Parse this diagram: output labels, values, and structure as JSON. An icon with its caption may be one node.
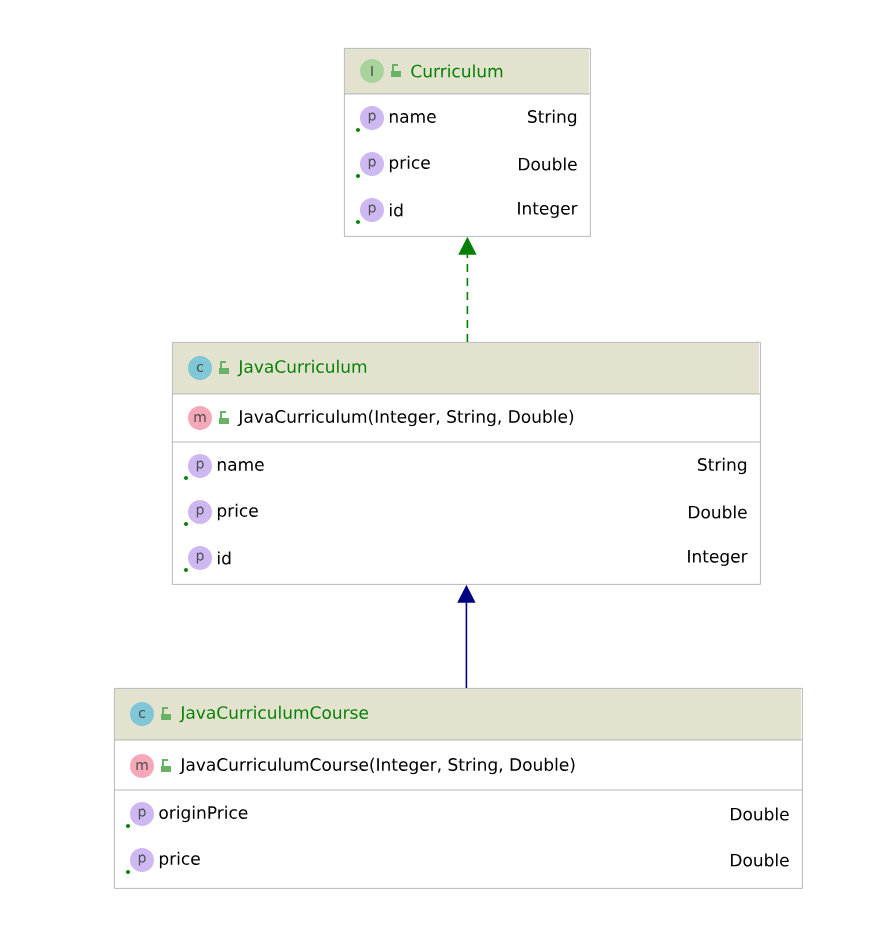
{
  "diagram": {
    "nodes": [
      {
        "text": [
          "I",
          "Curriculum"
        ]
      },
      {
        "text": [
          "p",
          "name"
        ],
        "in": 0
      },
      {
        "text": [
          "String"
        ],
        "in": 0
      },
      {
        "text": [
          "p",
          "price"
        ],
        "in": 0
      },
      {
        "text": [
          "Double"
        ],
        "in": 0
      },
      {
        "text": [
          "p",
          "id"
        ],
        "in": 0
      },
      {
        "text": [
          "Integer"
        ],
        "in": 0
      },
      {
        "text": [
          "c",
          "JavaCurriculum"
        ]
      },
      {
        "text": [
          "m",
          "JavaCurriculum(Integer, String, Double)"
        ],
        "in": 7
      },
      {
        "text": [
          "p",
          "name"
        ],
        "in": 7
      },
      {
        "text": [
          "String"
        ],
        "in": 7
      },
      {
        "text": [
          "p",
          "price"
        ],
        "in": 7
      },
      {
        "text": [
          "Double"
        ],
        "in": 7
      },
      {
        "text": [
          "p",
          "id"
        ],
        "in": 7
      },
      {
        "text": [
          "Integer"
        ],
        "in": 7
      },
      {
        "text": [
          "c",
          "JavaCurriculumCourse"
        ]
      },
      {
        "text": [
          "m",
          "JavaCurriculumCourse(Integer, String, Double)"
        ],
        "in": 15
      },
      {
        "text": [
          "p",
          "originPrice"
        ],
        "in": 15
      },
      {
        "text": [
          "Double"
        ],
        "in": 15
      },
      {
        "text": [
          "p",
          "price"
        ],
        "in": 15
      },
      {
        "text": [
          "Double"
        ],
        "in": 15
      }
    ],
    "edges": [
      {
        "from": 7,
        "to": 0,
        "arrow": "to",
        "style": "dashed",
        "color": "#008000"
      },
      {
        "from": 15,
        "to": 7,
        "arrow": "to",
        "color": "#000080"
      }
    ]
  }
}
